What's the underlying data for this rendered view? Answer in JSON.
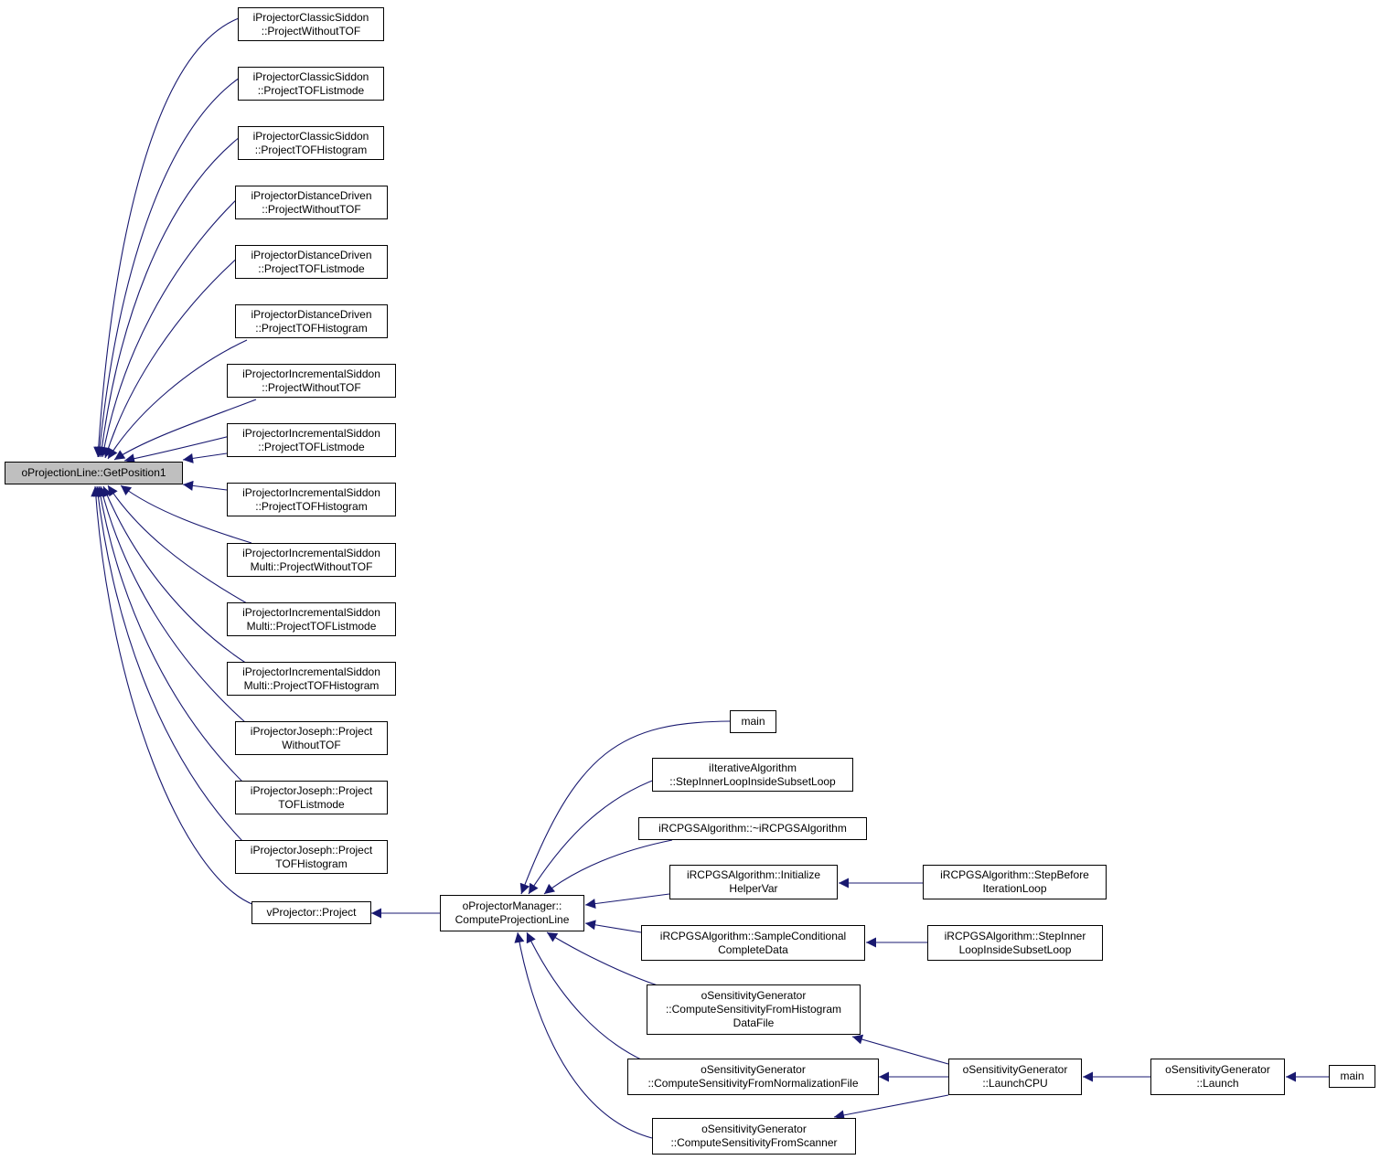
{
  "colors": {
    "edge": "#191970",
    "focus_fill": "#bfbfbf",
    "node_border": "#000000",
    "background": "#ffffff"
  },
  "nodes": {
    "focus": {
      "lines": [
        "oProjectionLine::GetPosition1"
      ]
    },
    "n1": {
      "lines": [
        "iProjectorClassicSiddon",
        "::ProjectWithoutTOF"
      ]
    },
    "n2": {
      "lines": [
        "iProjectorClassicSiddon",
        "::ProjectTOFListmode"
      ]
    },
    "n3": {
      "lines": [
        "iProjectorClassicSiddon",
        "::ProjectTOFHistogram"
      ]
    },
    "n4": {
      "lines": [
        "iProjectorDistanceDriven",
        "::ProjectWithoutTOF"
      ]
    },
    "n5": {
      "lines": [
        "iProjectorDistanceDriven",
        "::ProjectTOFListmode"
      ]
    },
    "n6": {
      "lines": [
        "iProjectorDistanceDriven",
        "::ProjectTOFHistogram"
      ]
    },
    "n7": {
      "lines": [
        "iProjectorIncrementalSiddon",
        "::ProjectWithoutTOF"
      ]
    },
    "n8": {
      "lines": [
        "iProjectorIncrementalSiddon",
        "::ProjectTOFListmode"
      ]
    },
    "n9": {
      "lines": [
        "iProjectorIncrementalSiddon",
        "::ProjectTOFHistogram"
      ]
    },
    "n10": {
      "lines": [
        "iProjectorIncrementalSiddon",
        "Multi::ProjectWithoutTOF"
      ]
    },
    "n11": {
      "lines": [
        "iProjectorIncrementalSiddon",
        "Multi::ProjectTOFListmode"
      ]
    },
    "n12": {
      "lines": [
        "iProjectorIncrementalSiddon",
        "Multi::ProjectTOFHistogram"
      ]
    },
    "n13": {
      "lines": [
        "iProjectorJoseph::Project",
        "WithoutTOF"
      ]
    },
    "n14": {
      "lines": [
        "iProjectorJoseph::Project",
        "TOFListmode"
      ]
    },
    "n15": {
      "lines": [
        "iProjectorJoseph::Project",
        "TOFHistogram"
      ]
    },
    "vproj": {
      "lines": [
        "vProjector::Project"
      ]
    },
    "opm": {
      "lines": [
        "oProjectorManager::",
        "ComputeProjectionLine"
      ]
    },
    "main1": {
      "lines": [
        "main"
      ]
    },
    "iter": {
      "lines": [
        "iIterativeAlgorithm",
        "::StepInnerLoopInsideSubsetLoop"
      ]
    },
    "rcdtor": {
      "lines": [
        "iRCPGSAlgorithm::~iRCPGSAlgorithm"
      ]
    },
    "rcinit": {
      "lines": [
        "iRCPGSAlgorithm::Initialize",
        "HelperVar"
      ]
    },
    "rcsample": {
      "lines": [
        "iRCPGSAlgorithm::SampleConditional",
        "CompleteData"
      ]
    },
    "rcbefore": {
      "lines": [
        "iRCPGSAlgorithm::StepBefore",
        "IterationLoop"
      ]
    },
    "rcinner": {
      "lines": [
        "iRCPGSAlgorithm::StepInner",
        "LoopInsideSubsetLoop"
      ]
    },
    "oshist": {
      "lines": [
        "oSensitivityGenerator",
        "::ComputeSensitivityFromHistogram",
        "DataFile"
      ]
    },
    "osnorm": {
      "lines": [
        "oSensitivityGenerator",
        "::ComputeSensitivityFromNormalizationFile"
      ]
    },
    "osscan": {
      "lines": [
        "oSensitivityGenerator",
        "::ComputeSensitivityFromScanner"
      ]
    },
    "oscpu": {
      "lines": [
        "oSensitivityGenerator",
        "::LaunchCPU"
      ]
    },
    "oslaunch": {
      "lines": [
        "oSensitivityGenerator",
        "::Launch"
      ]
    },
    "main2": {
      "lines": [
        "main"
      ]
    }
  }
}
